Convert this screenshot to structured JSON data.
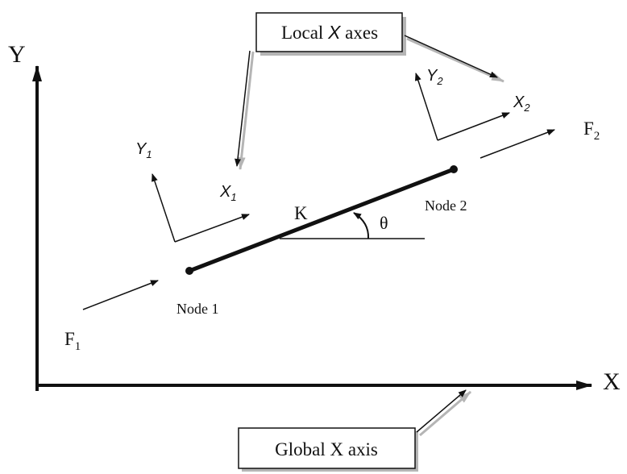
{
  "global_axes": {
    "x_label": "X",
    "y_label": "Y"
  },
  "callouts": {
    "local_axes": {
      "prefix": "Local ",
      "italic": "X",
      "suffix": " axes"
    },
    "global_axis": "Global X axis"
  },
  "element": {
    "stiffness_label": "K",
    "angle_label": "θ",
    "node1_label": "Node 1",
    "node2_label": "Node 2"
  },
  "local_axes_node1": {
    "x_main": "X",
    "x_sub": "1",
    "y_main": "Y",
    "y_sub": "1"
  },
  "local_axes_node2": {
    "x_main": "X",
    "x_sub": "2",
    "y_main": "Y",
    "y_sub": "2"
  },
  "forces": {
    "f1_main": "F",
    "f1_sub": "1",
    "f2_main": "F",
    "f2_sub": "2"
  },
  "colors": {
    "ink": "#111111",
    "shadow": "#b5b5b5"
  }
}
